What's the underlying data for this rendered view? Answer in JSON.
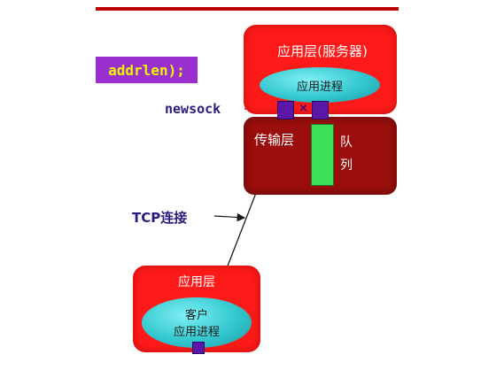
{
  "code": {
    "fragment": "addrlen);"
  },
  "server": {
    "app_layer_label": "应用层(服务器)",
    "process_label": "应用进程",
    "transport_label": "传输层",
    "queue_chars": [
      "队",
      "列"
    ],
    "cross_mark": "×"
  },
  "labels": {
    "newsock": "newsock",
    "tcp_connection": "TCP连接"
  },
  "client": {
    "app_layer_label": "应用层",
    "process_line_1": "客户",
    "process_line_2": "应用进程"
  },
  "colors": {
    "accent_red": "#c00000",
    "app_layer_fill": "#ff1a1a",
    "transport_fill": "#9a0e0e",
    "process_fill": "#33c7cf",
    "queue_fill": "#3ee05a",
    "socket_port": "#5a17a8",
    "code_chip": "#9a2fd0",
    "code_text": "#f2f600",
    "label_text": "#2a1a80"
  }
}
